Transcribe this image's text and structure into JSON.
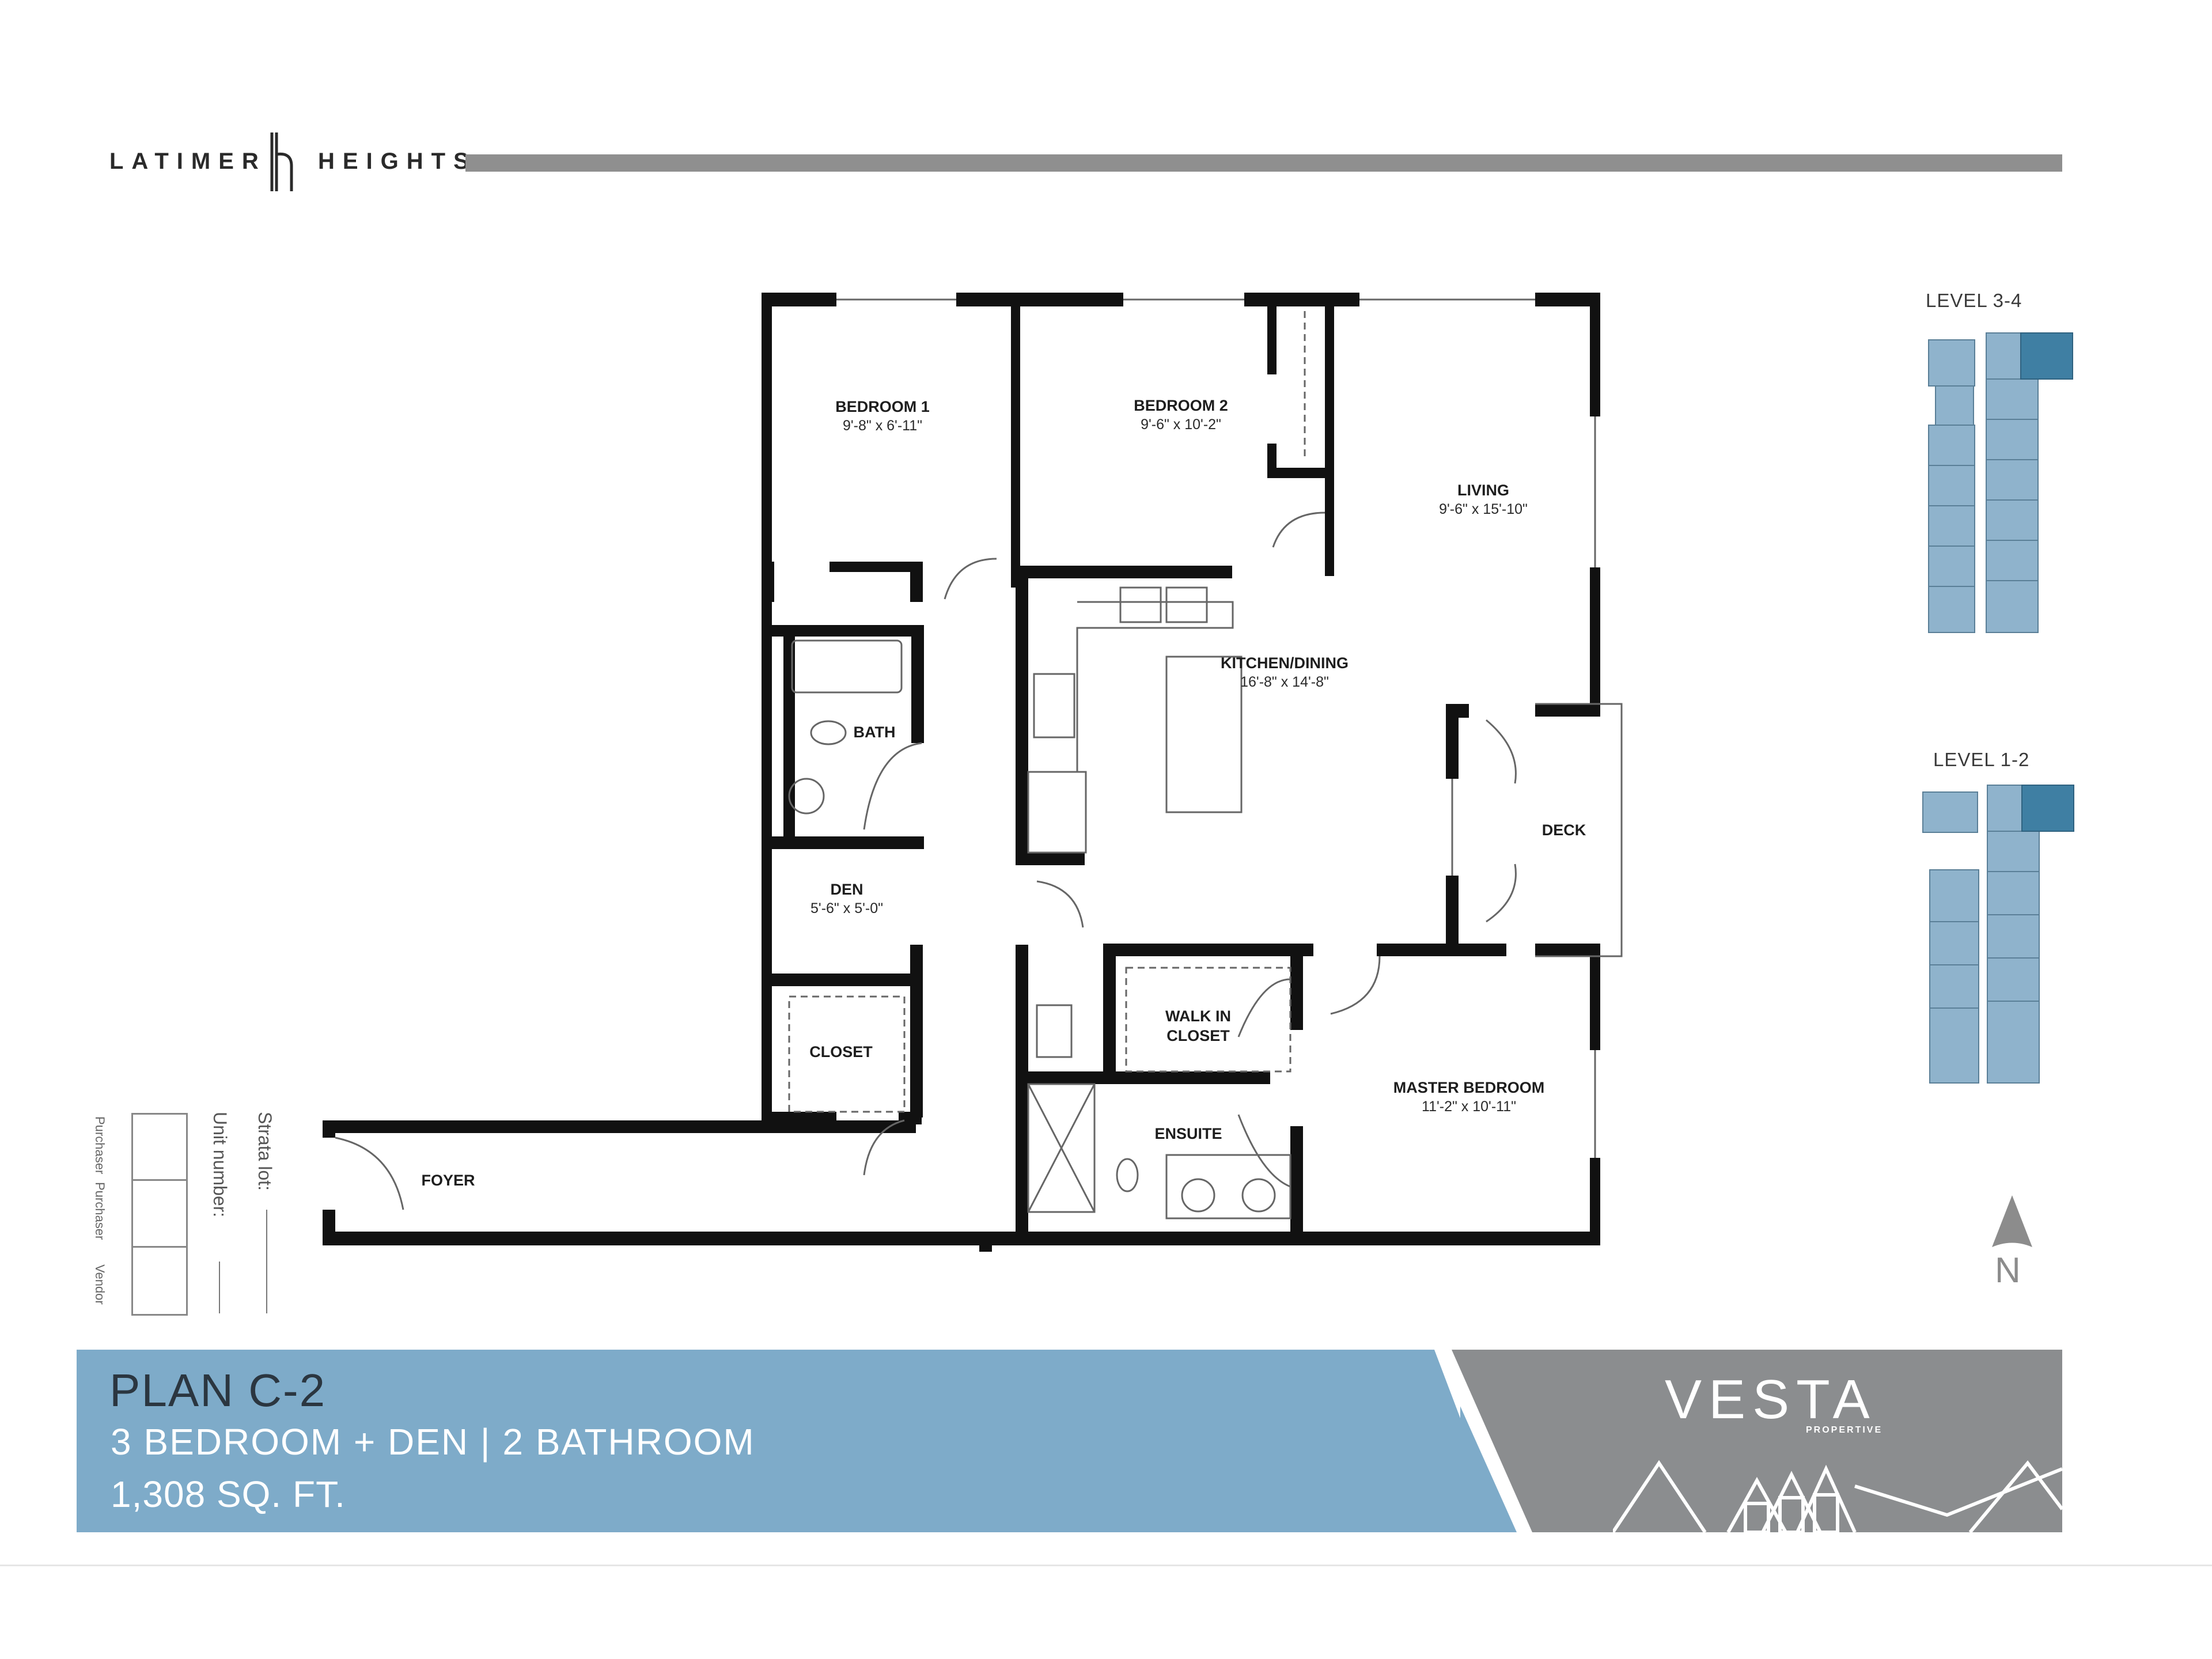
{
  "header": {
    "brand_left": "LATIMER",
    "brand_right": "HEIGHTS",
    "logo_icon": "lh-monogram-icon"
  },
  "rooms": [
    {
      "name": "BEDROOM 1",
      "dims": "9'-8\" x 6'-11\""
    },
    {
      "name": "BEDROOM 2",
      "dims": "9'-6\" x 10'-2\""
    },
    {
      "name": "LIVING",
      "dims": "9'-6\" x 15'-10\""
    },
    {
      "name": "KITCHEN/DINING",
      "dims": "16'-8\" x 14'-8\""
    },
    {
      "name": "BATH",
      "dims": ""
    },
    {
      "name": "DEN",
      "dims": "5'-6\" x 5'-0\""
    },
    {
      "name": "DECK",
      "dims": ""
    },
    {
      "name": "CLOSET",
      "dims": ""
    },
    {
      "name": "WALK IN CLOSET",
      "dims": ""
    },
    {
      "name": "MASTER BEDROOM",
      "dims": "11'-2\" x 10'-11\""
    },
    {
      "name": "ENSUITE",
      "dims": ""
    },
    {
      "name": "FOYER",
      "dims": ""
    }
  ],
  "level_keys": [
    {
      "label": "LEVEL 3-4"
    },
    {
      "label": "LEVEL 1-2"
    }
  ],
  "side_form": {
    "strata_lot": "Strata lot:",
    "unit_number": "Unit number:",
    "signoff": [
      "Purchaser",
      "Purchaser",
      "Vendor"
    ]
  },
  "compass": {
    "label": "N",
    "icon": "north-arrow-icon"
  },
  "banner": {
    "plan_name": "PLAN C-2",
    "description": "3 BEDROOM + DEN | 2 BATHROOM",
    "size": "1,308 SQ. FT.",
    "developer": "VESTA",
    "developer_sub": "PROPERTIVE"
  },
  "colors": {
    "banner_blue": "#7eabc9",
    "banner_grey": "#8b8d8f",
    "unit_highlight": "#3f7fa3",
    "building_fill": "#8fb3cc",
    "wall": "#111111"
  }
}
